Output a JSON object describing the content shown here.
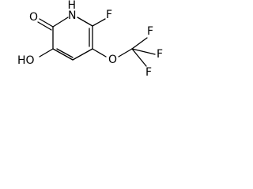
{
  "molecule": {
    "atoms": {
      "nh": "H",
      "n": "N",
      "ketone_o": "O",
      "fluorine_top": "F",
      "hydroxyl": "HO",
      "ether_o": "O",
      "cf3_f_top": "F",
      "cf3_f_right": "F",
      "cf3_f_bottom": "F"
    },
    "colors": {
      "bond": "#000000",
      "text": "#000000",
      "background": "#ffffff"
    }
  }
}
